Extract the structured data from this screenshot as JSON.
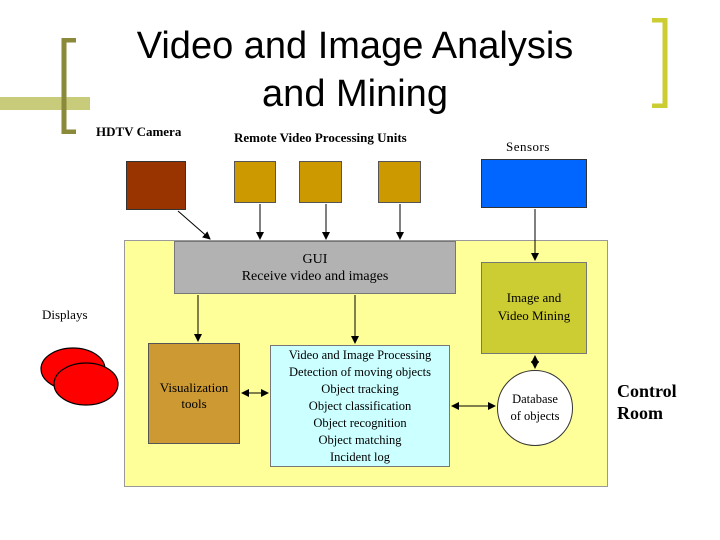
{
  "slide": {
    "title_line1": "Video and Image Analysis",
    "title_line2": "and Mining"
  },
  "labels": {
    "hdtv_camera": "HDTV Camera",
    "remote_units": "Remote Video Processing Units",
    "sensors": "Sensors",
    "displays": "Displays",
    "control_room_line1": "Control",
    "control_room_line2": "Room"
  },
  "gui": {
    "line1": "GUI",
    "line2": "Receive video and images"
  },
  "mining": {
    "line1": "Image and",
    "line2": "Video Mining"
  },
  "visualization": {
    "line1": "Visualization",
    "line2": "tools"
  },
  "processing": {
    "lines": [
      "Video and Image Processing",
      "Detection of moving objects",
      "Object tracking",
      "Object classification",
      "Object recognition",
      "Object matching",
      "Incident log"
    ]
  },
  "database": {
    "line1": "Database",
    "line2": "of objects"
  },
  "colors": {
    "accent_bar": "#c8cc7a",
    "control_room_bg": "#ffff99",
    "camera": "#993300",
    "processing_unit": "#cc9900",
    "sensor": "#0066ff",
    "gui_box": "#b2b2b2",
    "mining_box": "#cccc33",
    "visualization_box": "#cc9933",
    "processing_box": "#ccffff",
    "display": "#ff0000"
  }
}
